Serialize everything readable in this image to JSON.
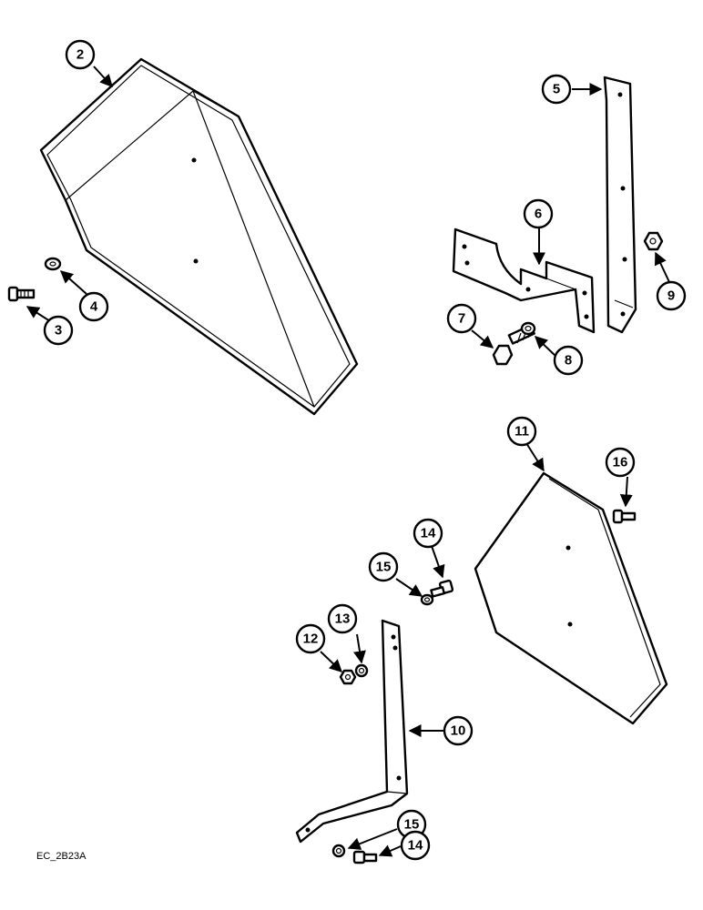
{
  "figure_code": "EC_2B23A",
  "callouts": {
    "c2": "2",
    "c3": "3",
    "c4": "4",
    "c5": "5",
    "c6": "6",
    "c7": "7",
    "c8": "8",
    "c9": "9",
    "c10": "10",
    "c11": "11",
    "c12": "12",
    "c13": "13",
    "c14a": "14",
    "c14b": "14",
    "c15a": "15",
    "c15b": "15",
    "c16": "16"
  }
}
